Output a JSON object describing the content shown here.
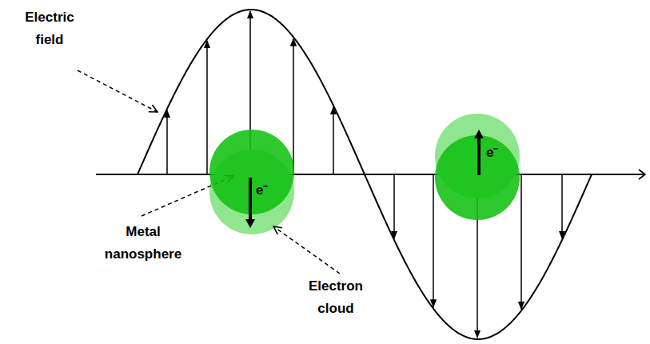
{
  "diagram": {
    "nodes": [
      {
        "text": [
          "e⁻"
        ]
      },
      {
        "text": [
          "e⁻"
        ]
      }
    ],
    "labels": [
      "Electric field",
      "Metal nanosphere",
      "Electron cloud"
    ]
  }
}
